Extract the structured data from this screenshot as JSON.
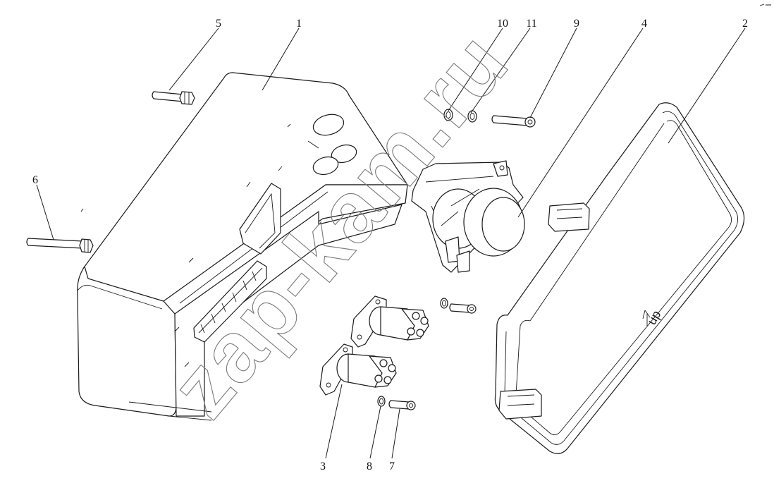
{
  "callouts": [
    {
      "id": "c1",
      "label": "1"
    },
    {
      "id": "c2",
      "label": "2"
    },
    {
      "id": "c3",
      "label": "3"
    },
    {
      "id": "c4",
      "label": "4"
    },
    {
      "id": "c5",
      "label": "5"
    },
    {
      "id": "c6",
      "label": "6"
    },
    {
      "id": "c7",
      "label": "7"
    },
    {
      "id": "c8",
      "label": "8"
    },
    {
      "id": "c9",
      "label": "9"
    },
    {
      "id": "c10",
      "label": "10"
    },
    {
      "id": "c11",
      "label": "11"
    }
  ],
  "cover_stamp": "up",
  "watermark": "zap-kam.ru"
}
